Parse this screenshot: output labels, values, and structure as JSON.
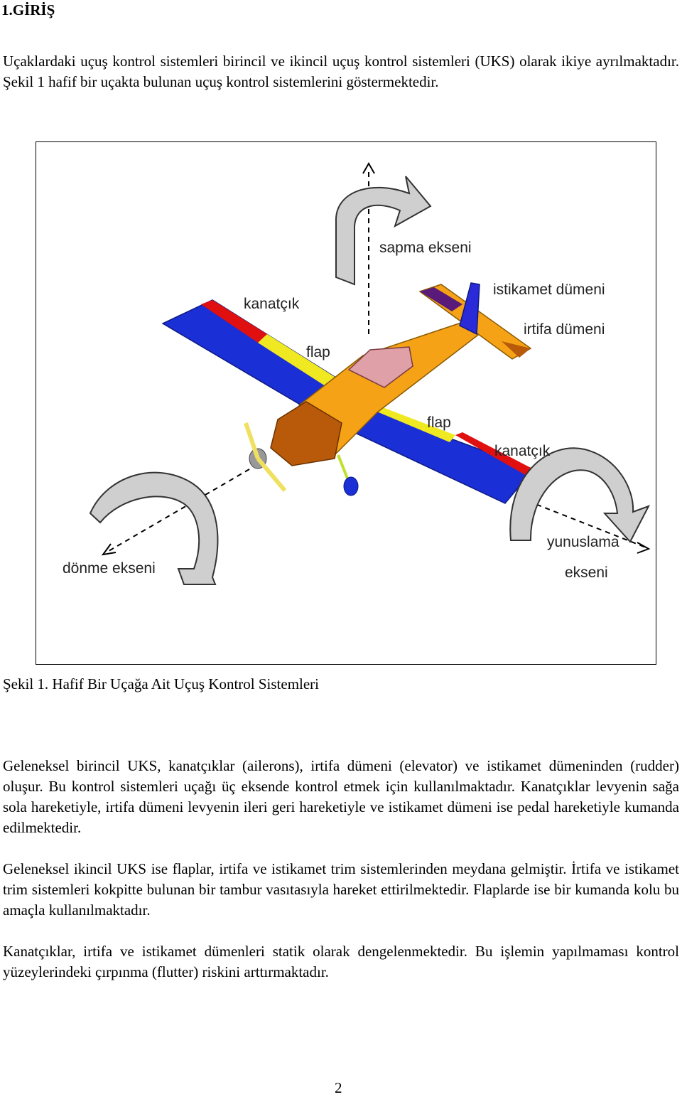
{
  "heading": "1.GİRİŞ",
  "intro": "Uçaklardaki uçuş kontrol sistemleri birincil ve ikincil uçuş kontrol sistemleri (UKS) olarak ikiye ayrılmaktadır. Şekil 1 hafif bir uçakta bulunan uçuş kontrol sistemlerini göstermektedir.",
  "figure": {
    "labels": {
      "yaw_axis": "sapma ekseni",
      "aileron_left": "kanatçık",
      "flap_left": "flap",
      "rudder": "istikamet dümeni",
      "elevator": "irtifa dümeni",
      "flap_right": "flap",
      "aileron_right": "kanatçık",
      "pitch_axis_1": "yunuslama",
      "pitch_axis_2": "ekseni",
      "roll_axis": "dönme ekseni"
    },
    "colors": {
      "wing": "#1a2fd6",
      "fuselage": "#f5a216",
      "aileron": "#e01010",
      "flap": "#f0e820",
      "tail": "#5a1a7a",
      "nose": "#b85a0a",
      "canopy": "#e0a0a8",
      "arrow": "#cfcfcf"
    }
  },
  "caption": "Şekil 1. Hafif Bir Uçağa Ait  Uçuş Kontrol Sistemleri",
  "paragraphs": [
    "Geleneksel birincil UKS, kanatçıklar (ailerons), irtifa dümeni (elevator) ve istikamet dümeninden (rudder) oluşur. Bu kontrol sistemleri uçağı üç eksende kontrol etmek için kullanılmaktadır. Kanatçıklar levyenin sağa sola hareketiyle, irtifa dümeni levyenin ileri geri hareketiyle ve istikamet dümeni ise pedal hareketiyle kumanda edilmektedir.",
    "Geleneksel ikincil UKS ise flaplar, irtifa ve istikamet trim sistemlerinden meydana gelmiştir. İrtifa ve istikamet trim sistemleri kokpitte bulunan bir tambur vasıtasıyla hareket ettirilmektedir. Flaplarde ise bir kumanda kolu bu amaçla kullanılmaktadır.",
    "Kanatçıklar, irtifa ve istikamet dümenleri statik olarak dengelenmektedir. Bu işlemin yapılmaması kontrol yüzeylerindeki çırpınma (flutter) riskini arttırmaktadır."
  ],
  "page_number": "2"
}
